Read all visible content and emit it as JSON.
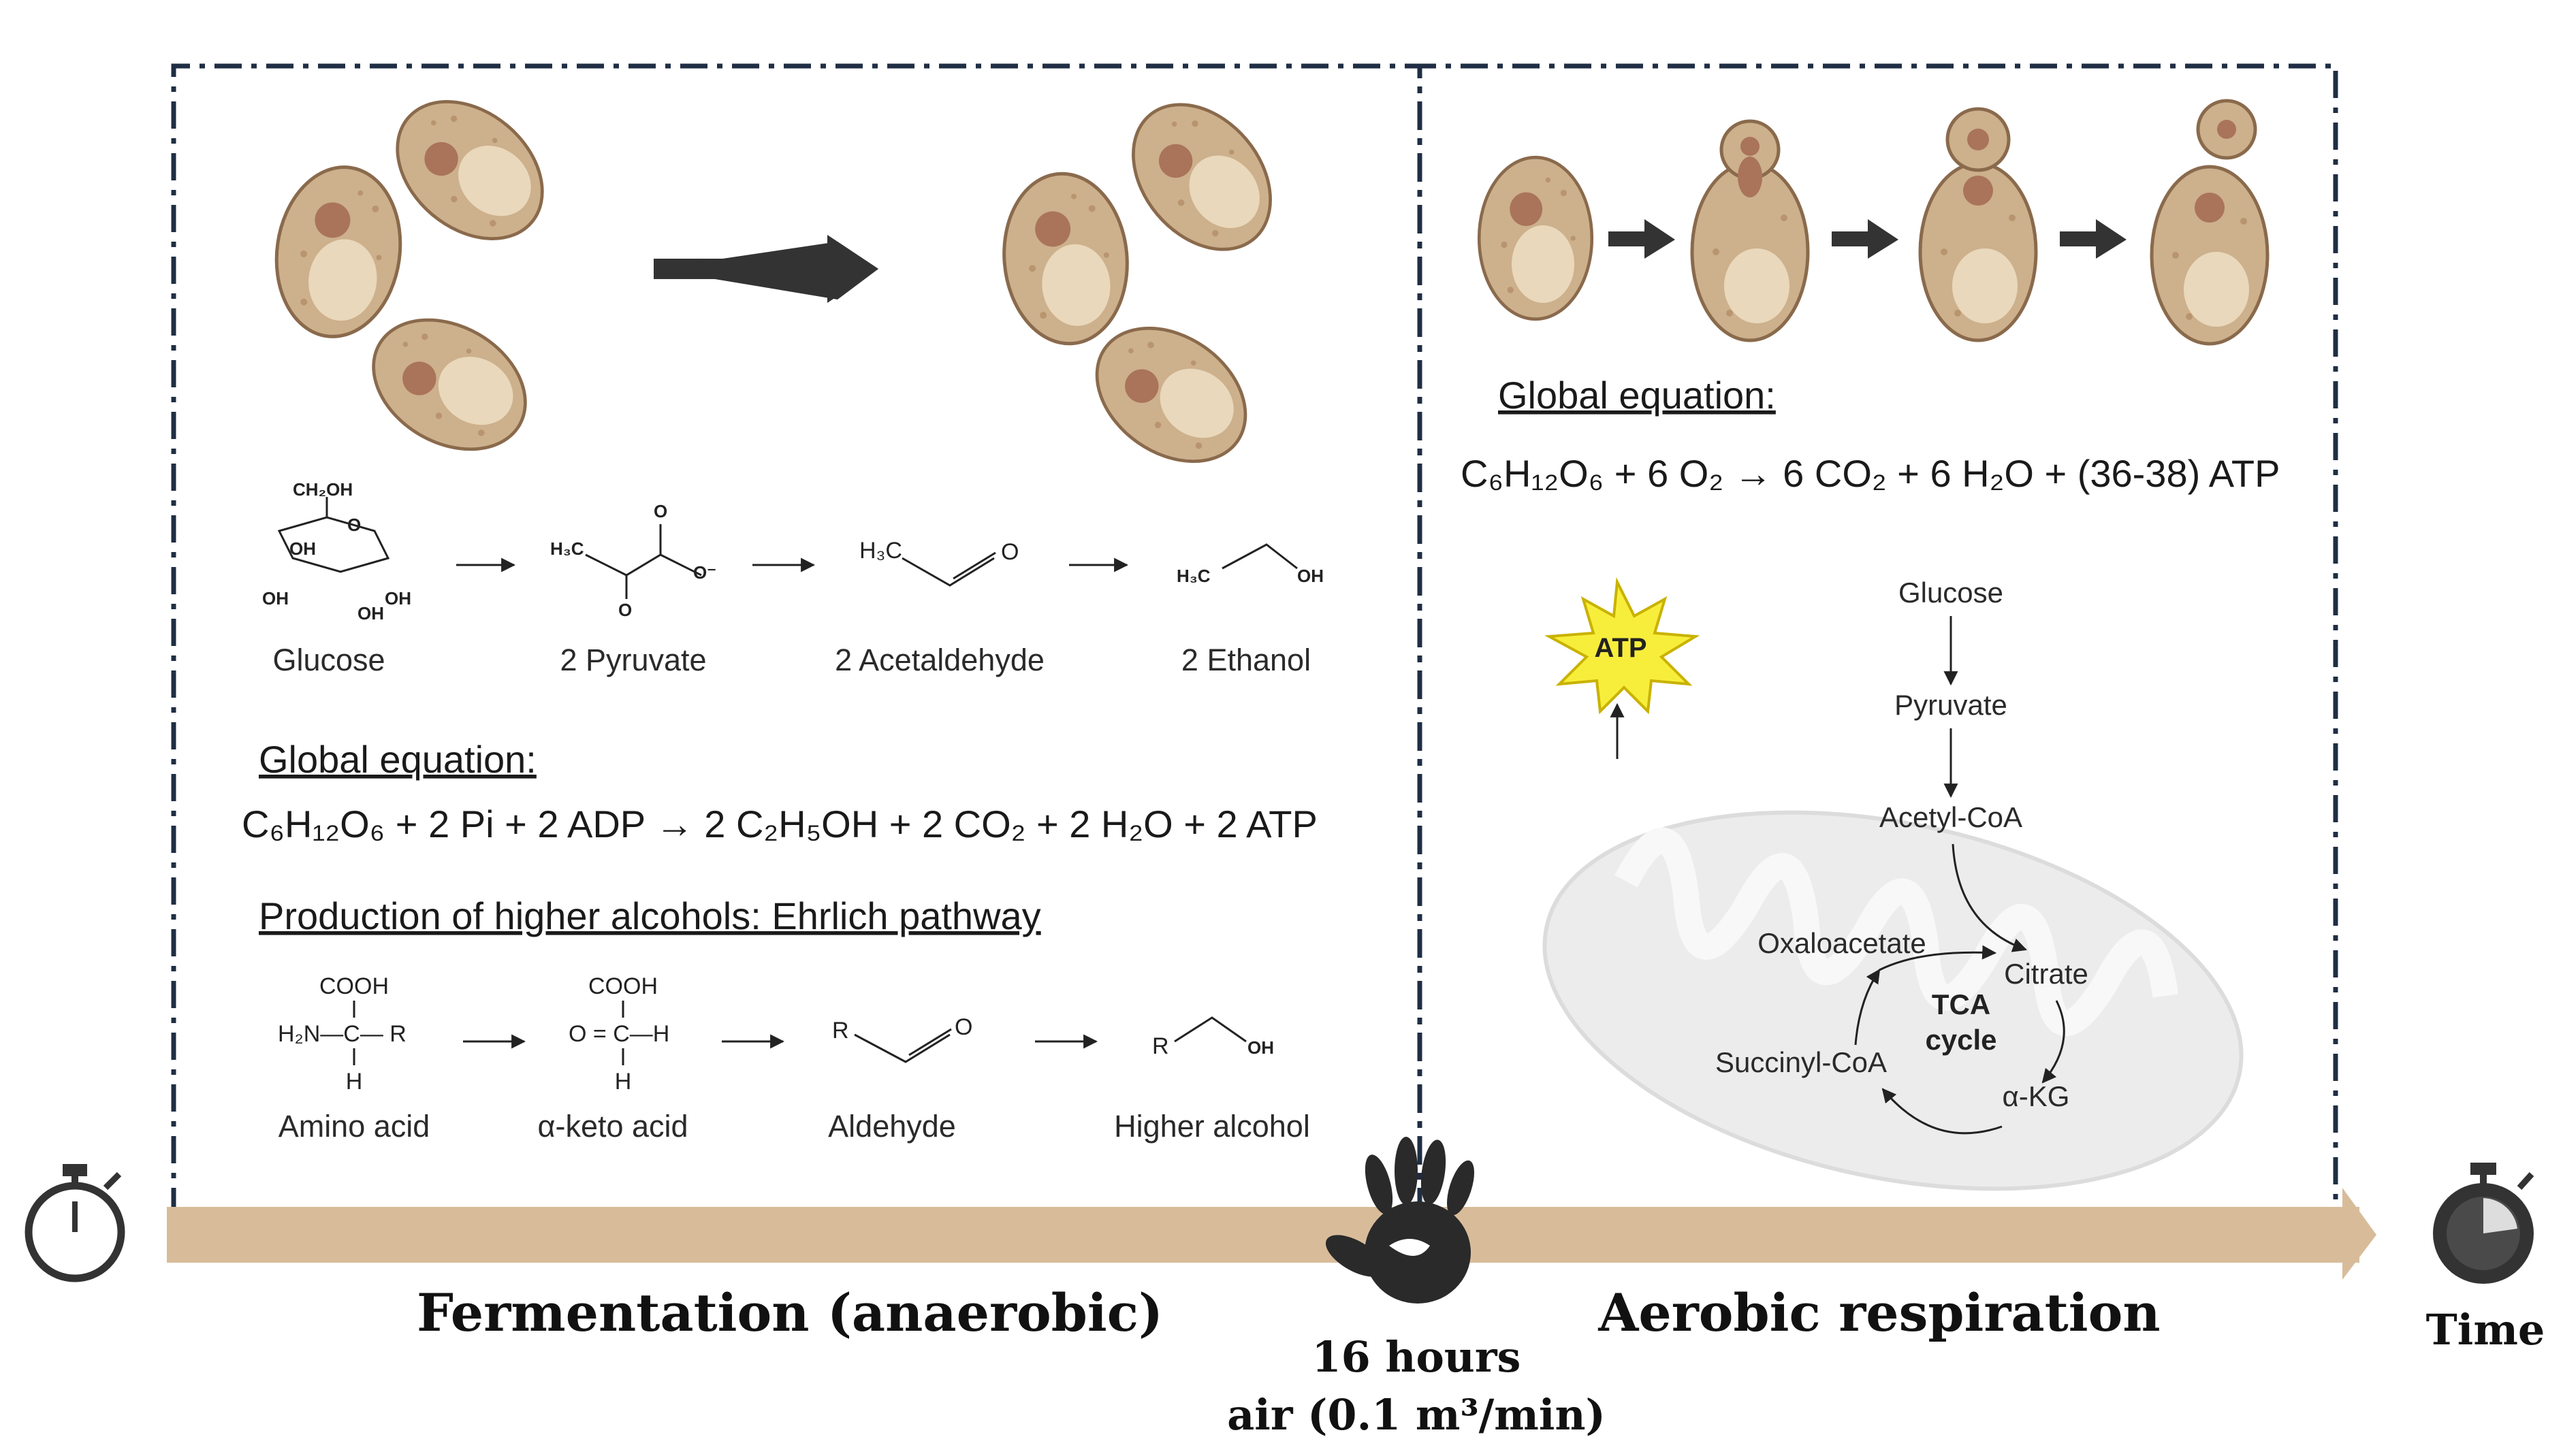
{
  "fermentation": {
    "pathway_labels": [
      "Glucose",
      "2 Pyruvate",
      "2 Acetaldehyde",
      "2 Ethanol"
    ],
    "glucose_struct": {
      "ch2oh": "CH₂OH",
      "o": "O",
      "oh_a": "OH",
      "oh_b": "OH",
      "oh_c": "OH",
      "oh_d": "OH"
    },
    "pyruvate_struct": {
      "h3c": "H₃C",
      "o_top": "O",
      "o_bottom": "O",
      "o_minus": "O⁻"
    },
    "acetaldehyde_struct": {
      "h3c": "H₃C",
      "o": "O"
    },
    "ethanol_struct": {
      "h3c": "H₃C",
      "oh": "OH"
    },
    "global_title": "Global equation:",
    "equation": "C₆H₁₂O₆ + 2 Pi + 2 ADP → 2 C₂H₅OH + 2 CO₂ + 2 H₂O + 2 ATP",
    "ehrlich_title": "Production of higher alcohols: Ehrlich pathway",
    "ehrlich_labels": [
      "Amino acid",
      "α-keto acid",
      "Aldehyde",
      "Higher alcohol"
    ],
    "amino_struct": {
      "cooh": "COOH",
      "h2n": "H₂N—C— R",
      "h": "H"
    },
    "keto_struct": {
      "cooh": "COOH",
      "oc": "O = C—H",
      "h": "H"
    },
    "aldehyde_struct": {
      "r": "R",
      "o": "O"
    },
    "alcohol_struct": {
      "r": "R",
      "oh": "OH"
    }
  },
  "respiration": {
    "global_title": "Global equation:",
    "equation": "C₆H₁₂O₆ + 6 O₂ → 6 CO₂ + 6 H₂O + (36-38) ATP",
    "atp_label": "ATP",
    "pathway": [
      "Glucose",
      "Pyruvate",
      "Acetyl-CoA"
    ],
    "tca_center": [
      "TCA",
      "cycle"
    ],
    "tca_nodes": [
      "Oxaloacetate",
      "Citrate",
      "Succinyl-CoA",
      "α-KG"
    ]
  },
  "timeline": {
    "left_phase": "Fermentation (anaerobic)",
    "right_phase": "Aerobic respiration",
    "middle_line1": "16 hours",
    "middle_line2": "air (0.1 m³/min)",
    "time_label": "Time"
  },
  "colors": {
    "cell_body": "#cdb08c",
    "cell_nucleus": "#a9745a",
    "cell_vacuole": "#e9d8bb",
    "timeline_arrow": "#d8bc9a",
    "atp_star": "#f7ee3b",
    "mitochondria": "#ececec"
  },
  "icons": [
    "stopwatch-icon",
    "hand-print-icon",
    "atp-star-icon",
    "mitochondria-icon"
  ]
}
